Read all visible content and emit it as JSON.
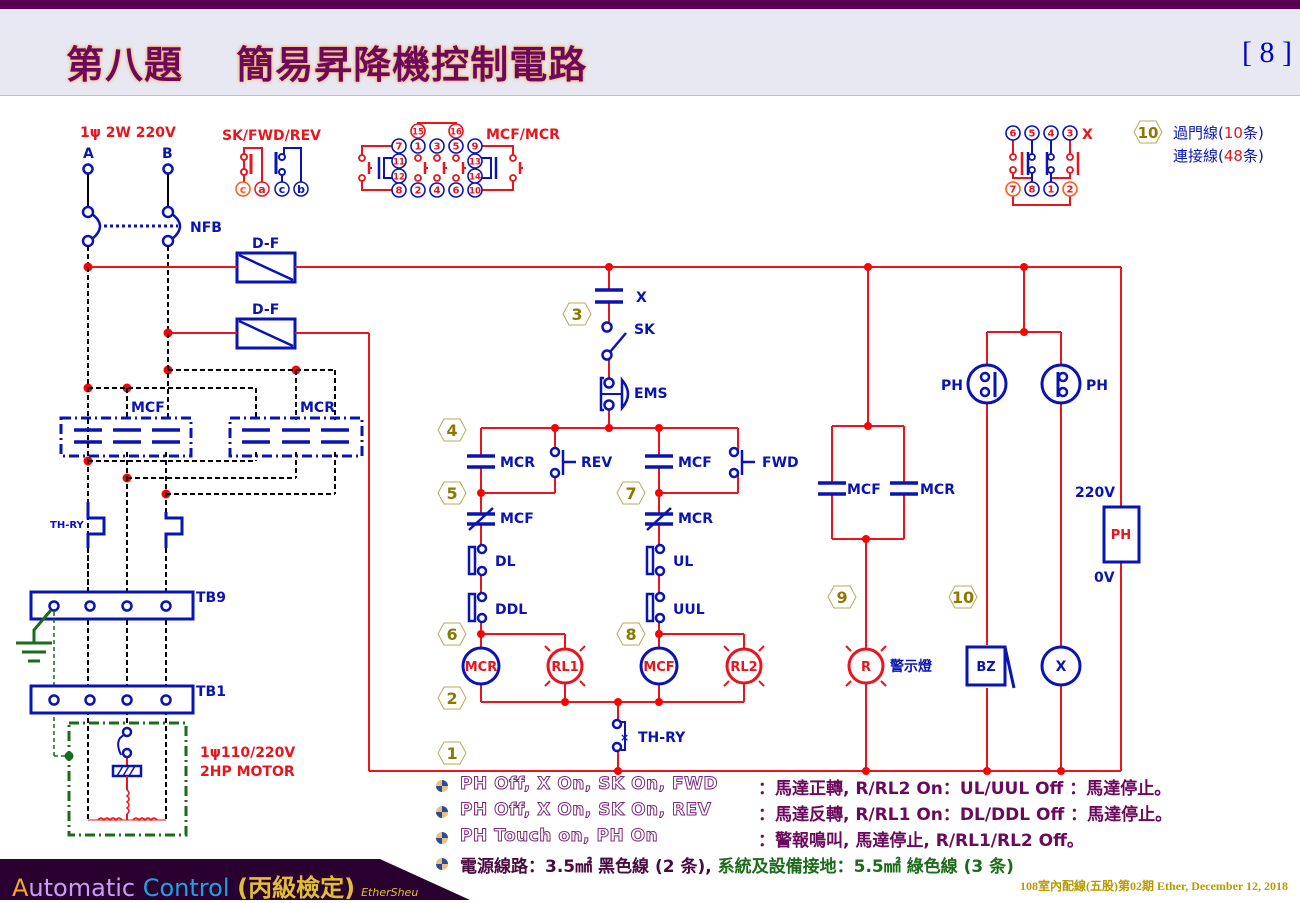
{
  "header": {
    "title": "第八題　 簡易昇降機控制電路",
    "page_number": "[ 8 ]"
  },
  "supply": {
    "label": "1ψ 2W 220V",
    "phase_a": "A",
    "phase_b": "B",
    "breaker": "NFB",
    "fuse_1": "D-F",
    "fuse_2": "D-F"
  },
  "power_circuit": {
    "contactor_f": "MCF",
    "contactor_r": "MCR",
    "thermal_relay": "TH-RY",
    "terminal_block_9": "TB9",
    "terminal_block_1": "TB1",
    "motor_line1": "1ψ110/220V",
    "motor_line2": "2HP MOTOR"
  },
  "pinouts": {
    "switch_label": "SK/FWD/REV",
    "switch_pins": [
      "c",
      "a",
      "c",
      "b"
    ],
    "contactor_label": "MCF/MCR",
    "contactor_top_pins": [
      "15",
      "16"
    ],
    "contactor_row1": [
      "7",
      "1",
      "3",
      "5",
      "9"
    ],
    "contactor_row2": [
      "11",
      "13"
    ],
    "contactor_row3": [
      "12",
      "14"
    ],
    "contactor_row4": [
      "8",
      "2",
      "4",
      "6",
      "10"
    ],
    "relay_label": "X",
    "relay_top_pins": [
      "6",
      "5",
      "4",
      "3"
    ],
    "relay_bottom_pins": [
      "7",
      "8",
      "1",
      "2"
    ]
  },
  "wire_counts": {
    "badge": "10",
    "jumper_label": "過門線(",
    "jumper_count": "10",
    "jumper_unit": "条)",
    "connect_label": "連接線(",
    "connect_count": "48",
    "connect_unit": "条)"
  },
  "control_circuit": {
    "relay_contact": "X",
    "selector": "SK",
    "emergency": "EMS",
    "mcr_aux": "MCR",
    "rev_button": "REV",
    "mcf_aux": "MCF",
    "fwd_button": "FWD",
    "mcf_interlock": "MCF",
    "mcr_interlock": "MCR",
    "dl": "DL",
    "ddl": "DDL",
    "ul": "UL",
    "uul": "UUL",
    "coil_mcr": "MCR",
    "lamp_rl1": "RL1",
    "coil_mcf": "MCF",
    "lamp_rl2": "RL2",
    "thermal": "TH-RY",
    "alarm_mcf": "MCF",
    "alarm_mcr": "MCR",
    "lamp_r": "R",
    "lamp_r_desc": "警示燈",
    "ph_left": "PH",
    "ph_right": "PH",
    "ph_sensor": "PH",
    "ph_v_high": "220V",
    "ph_v_low": "0V",
    "buzzer": "BZ",
    "relay_coil": "X"
  },
  "wire_numbers": [
    "1",
    "2",
    "3",
    "4",
    "5",
    "6",
    "7",
    "8",
    "9",
    "10"
  ],
  "notes": [
    {
      "condition": "PH Off, X On, SK On, FWD",
      "result": "：馬達正轉, R/RL2 On：UL/UUL Off ：馬達停止。"
    },
    {
      "condition": "PH Off, X On, SK On, REV",
      "result": "：馬達反轉, R/RL1 On：DL/DDL Off ：馬達停止。"
    },
    {
      "condition": "PH Touch on, PH On",
      "result": "：警報鳴叫, 馬達停止, R/RL1/RL2 Off。"
    }
  ],
  "wiring_note": {
    "power": "電源線路：3.5㎟ 黑色線 (2 条), ",
    "ground": "系統及設備接地：5.5㎟ 綠色線 (3 条)"
  },
  "footer": {
    "a": "A",
    "utomatic": "utomatic",
    "control": "Control",
    "exam": "(丙級檢定)",
    "author": "EtherSheu",
    "credit": "108室內配線(五股)第02期 Ether, December 12, 2018"
  },
  "colors": {
    "control_wire": "#e8141e",
    "component": "#0a14b4",
    "power_wire": "#000000",
    "ground": "#1a6b1a",
    "node": "#ff0000",
    "wire_tag": "#8a7a00",
    "header_bar": "#5a0054"
  }
}
